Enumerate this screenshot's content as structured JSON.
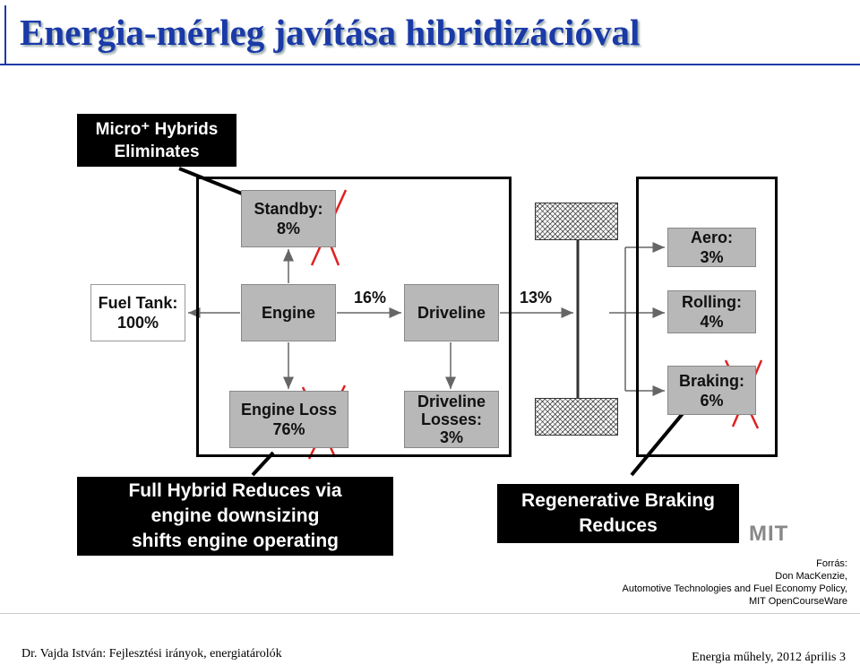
{
  "title": "Energia-mérleg javítása hibridizációval",
  "callouts": {
    "micro_line1": "Micro⁺ Hybrids",
    "micro_line2": "Eliminates",
    "full_line1": "Full Hybrid Reduces via",
    "full_line2": "engine downsizing",
    "full_line3": "shifts engine operating",
    "regen_line1": "Regenerative Braking",
    "regen_line2": "Reduces"
  },
  "nodes": {
    "fuel_tank": {
      "label": "Fuel Tank:",
      "value": "100%"
    },
    "standby": {
      "label": "Standby:",
      "value": "8%"
    },
    "engine": {
      "label": "Engine"
    },
    "engine_loss": {
      "label": "Engine Loss",
      "value": "76%"
    },
    "driveline": {
      "label": "Driveline"
    },
    "driveline_losses": {
      "label1": "Driveline",
      "label2": "Losses:",
      "value": "3%"
    },
    "aero": {
      "label": "Aero:",
      "value": "3%"
    },
    "rolling": {
      "label": "Rolling:",
      "value": "4%"
    },
    "braking": {
      "label": "Braking:",
      "value": "6%"
    }
  },
  "flows": {
    "engine_to_driveline": "16%",
    "driveline_to_wheels": "13%"
  },
  "logo": "MIT",
  "source": {
    "line1": "Forrás:",
    "line2": "Don MacKenzie,",
    "line3": "Automotive Technologies and Fuel Economy Policy,",
    "line4": "MIT OpenCourseWare"
  },
  "footer": {
    "left": "Dr. Vajda István: Fejlesztési irányok, energiatárolók",
    "right": "Energia műhely, 2012 április 3"
  },
  "colors": {
    "title": "#1a3aa8",
    "cross": "#e02020",
    "box_gray": "#b8b8b8"
  }
}
